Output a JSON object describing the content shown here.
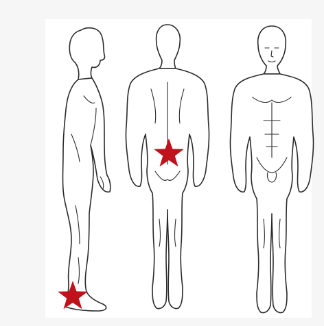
{
  "figure": {
    "background_color": "#f6f6f6",
    "line_color": "#2a2a2a",
    "views": [
      {
        "id": "side",
        "icon": "male-figure-side-view"
      },
      {
        "id": "back",
        "icon": "male-figure-back-view"
      },
      {
        "id": "front",
        "icon": "male-figure-front-view"
      }
    ],
    "markers": [
      {
        "id": "lower-back",
        "view": "back",
        "icon": "star-icon",
        "color": "#c0121b"
      },
      {
        "id": "foot",
        "view": "side",
        "icon": "star-icon",
        "color": "#c0121b"
      }
    ]
  }
}
